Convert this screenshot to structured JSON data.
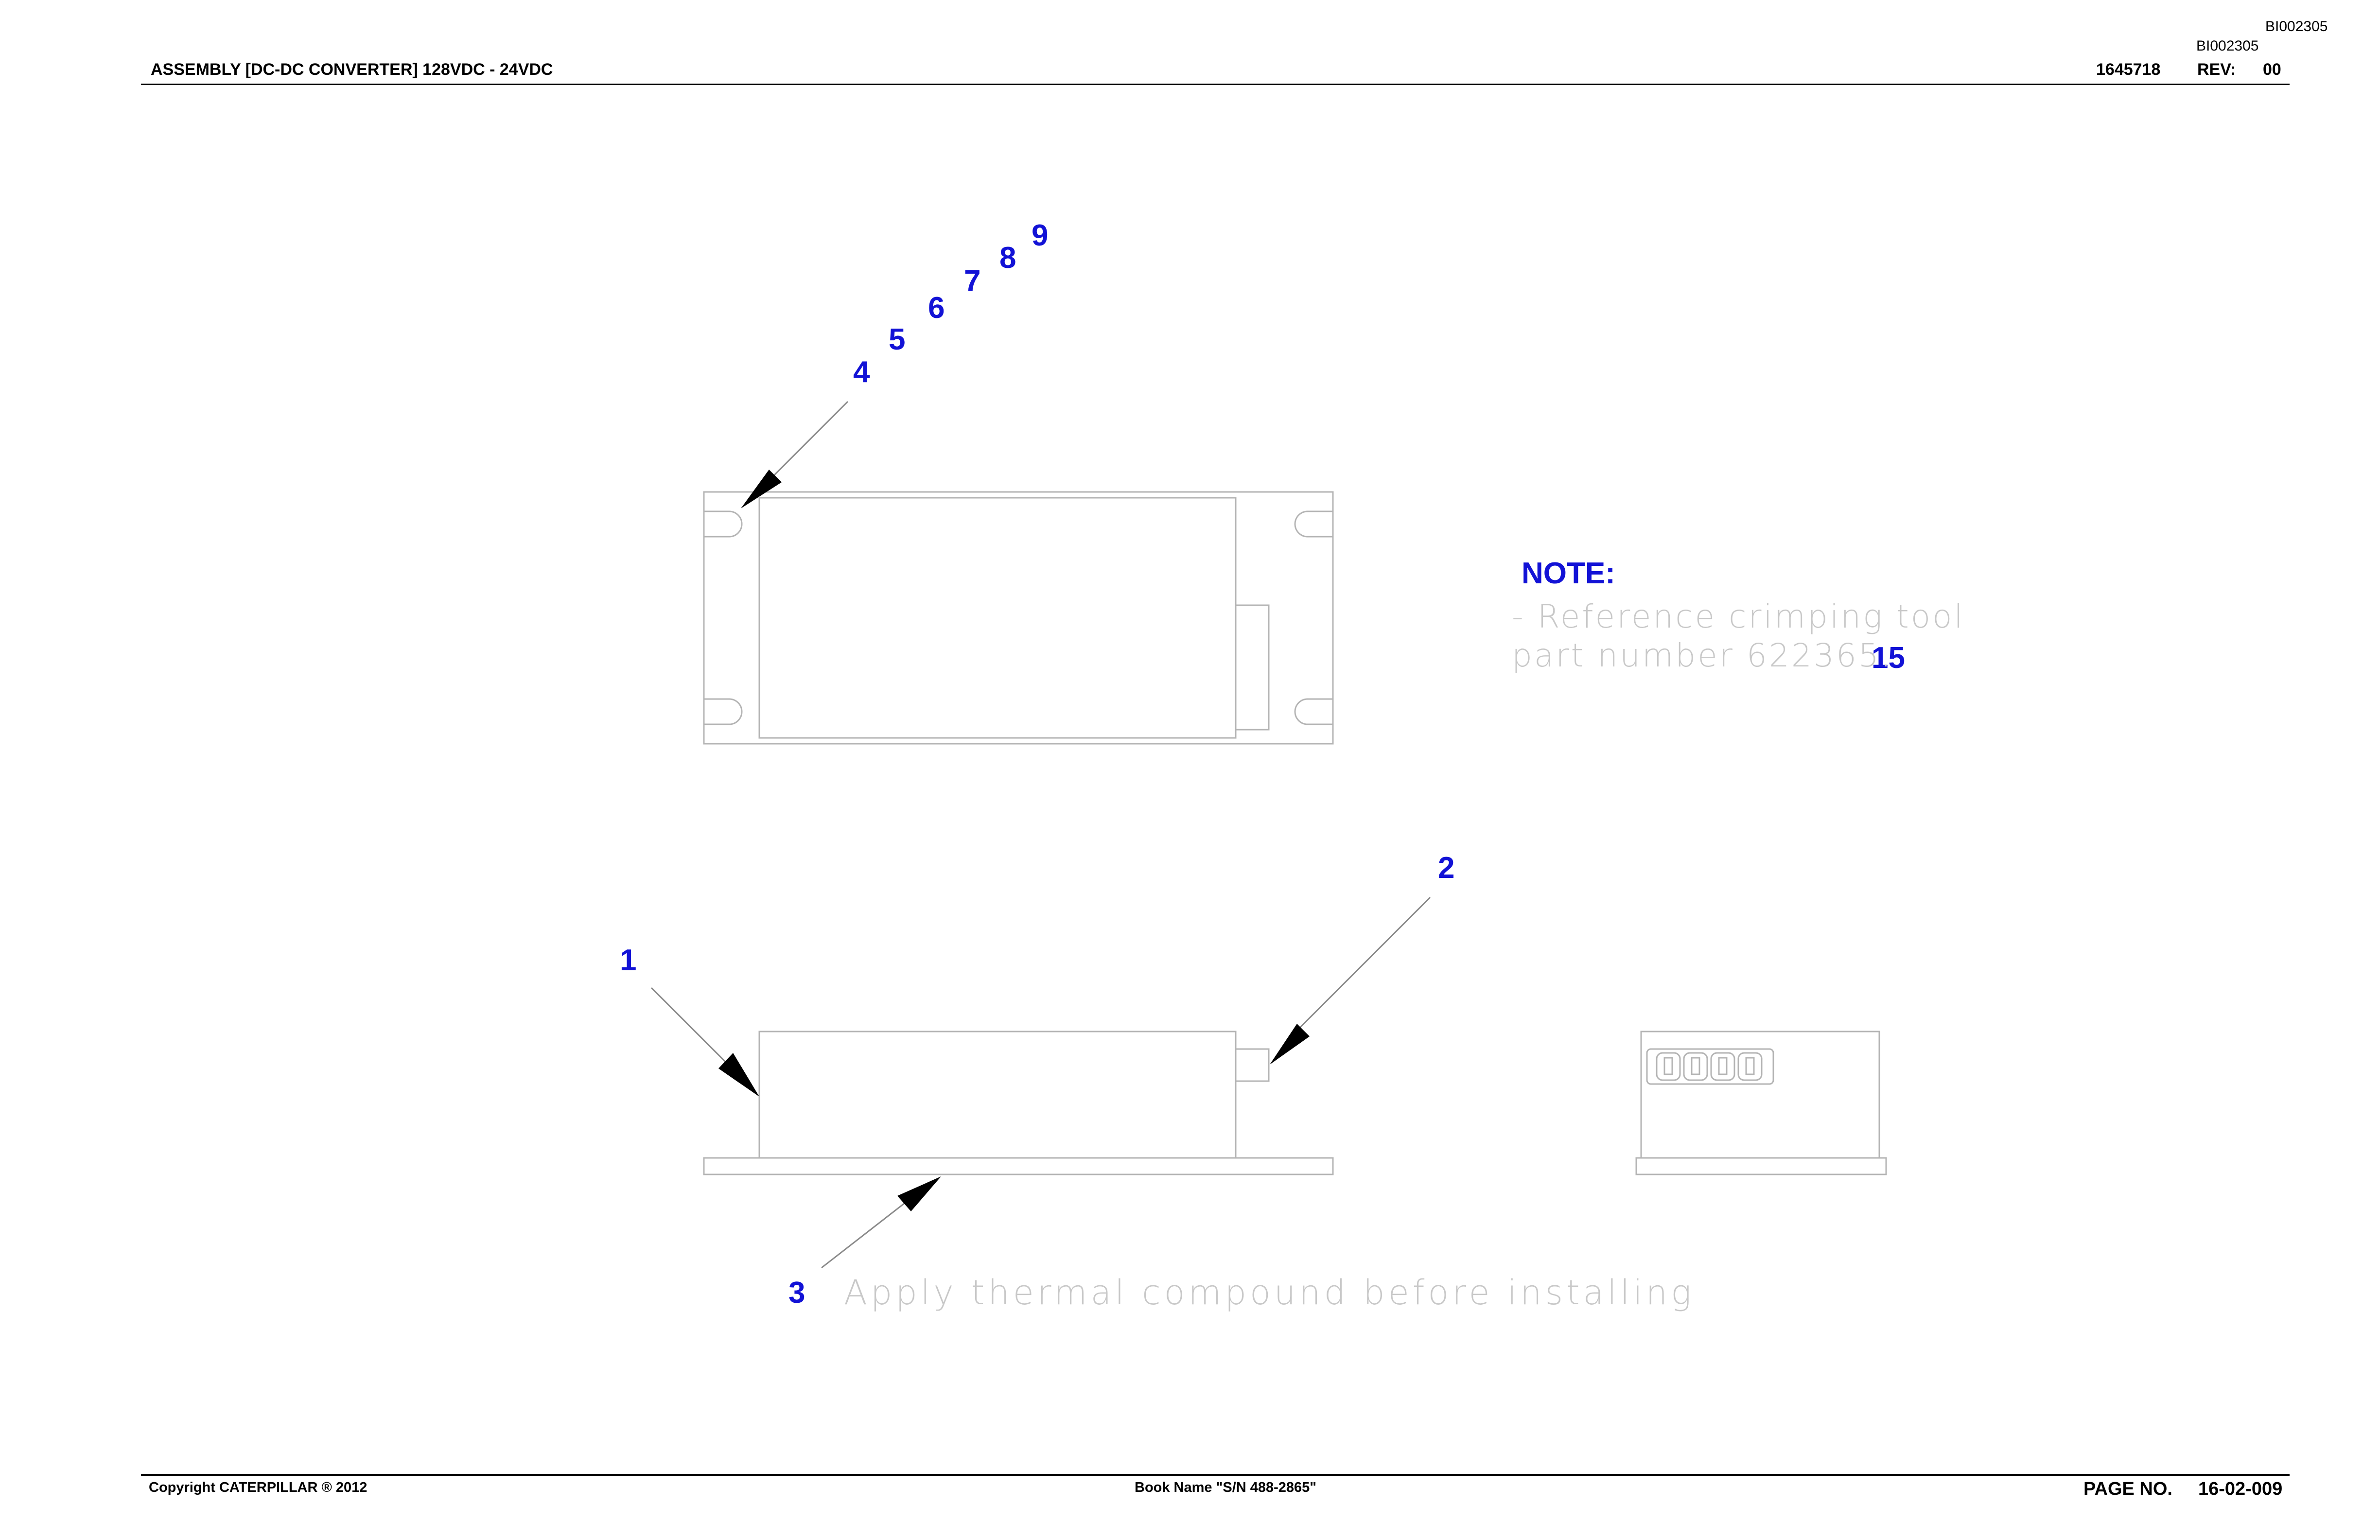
{
  "header": {
    "id_top": "BI002305",
    "id_second": "BI002305",
    "title": "ASSEMBLY [DC-DC CONVERTER] 128VDC - 24VDC",
    "part_number": "1645718",
    "rev_label": "REV:",
    "rev_value": "00"
  },
  "callouts": {
    "c1": "1",
    "c2": "2",
    "c3": "3",
    "c4": "4",
    "c5": "5",
    "c6": "6",
    "c7": "7",
    "c8": "8",
    "c9": "9",
    "c15": "15"
  },
  "note": {
    "title": "NOTE:",
    "line1": "- Reference crimping tool",
    "line2": "part number 622365."
  },
  "thermal_note": "Apply thermal compound before installing",
  "footer": {
    "copyright": "Copyright CATERPILLAR ® 2012",
    "book_name": "Book Name \"S/N 488-2865\"",
    "page_label": "PAGE NO.",
    "page_value": "16-02-009"
  }
}
